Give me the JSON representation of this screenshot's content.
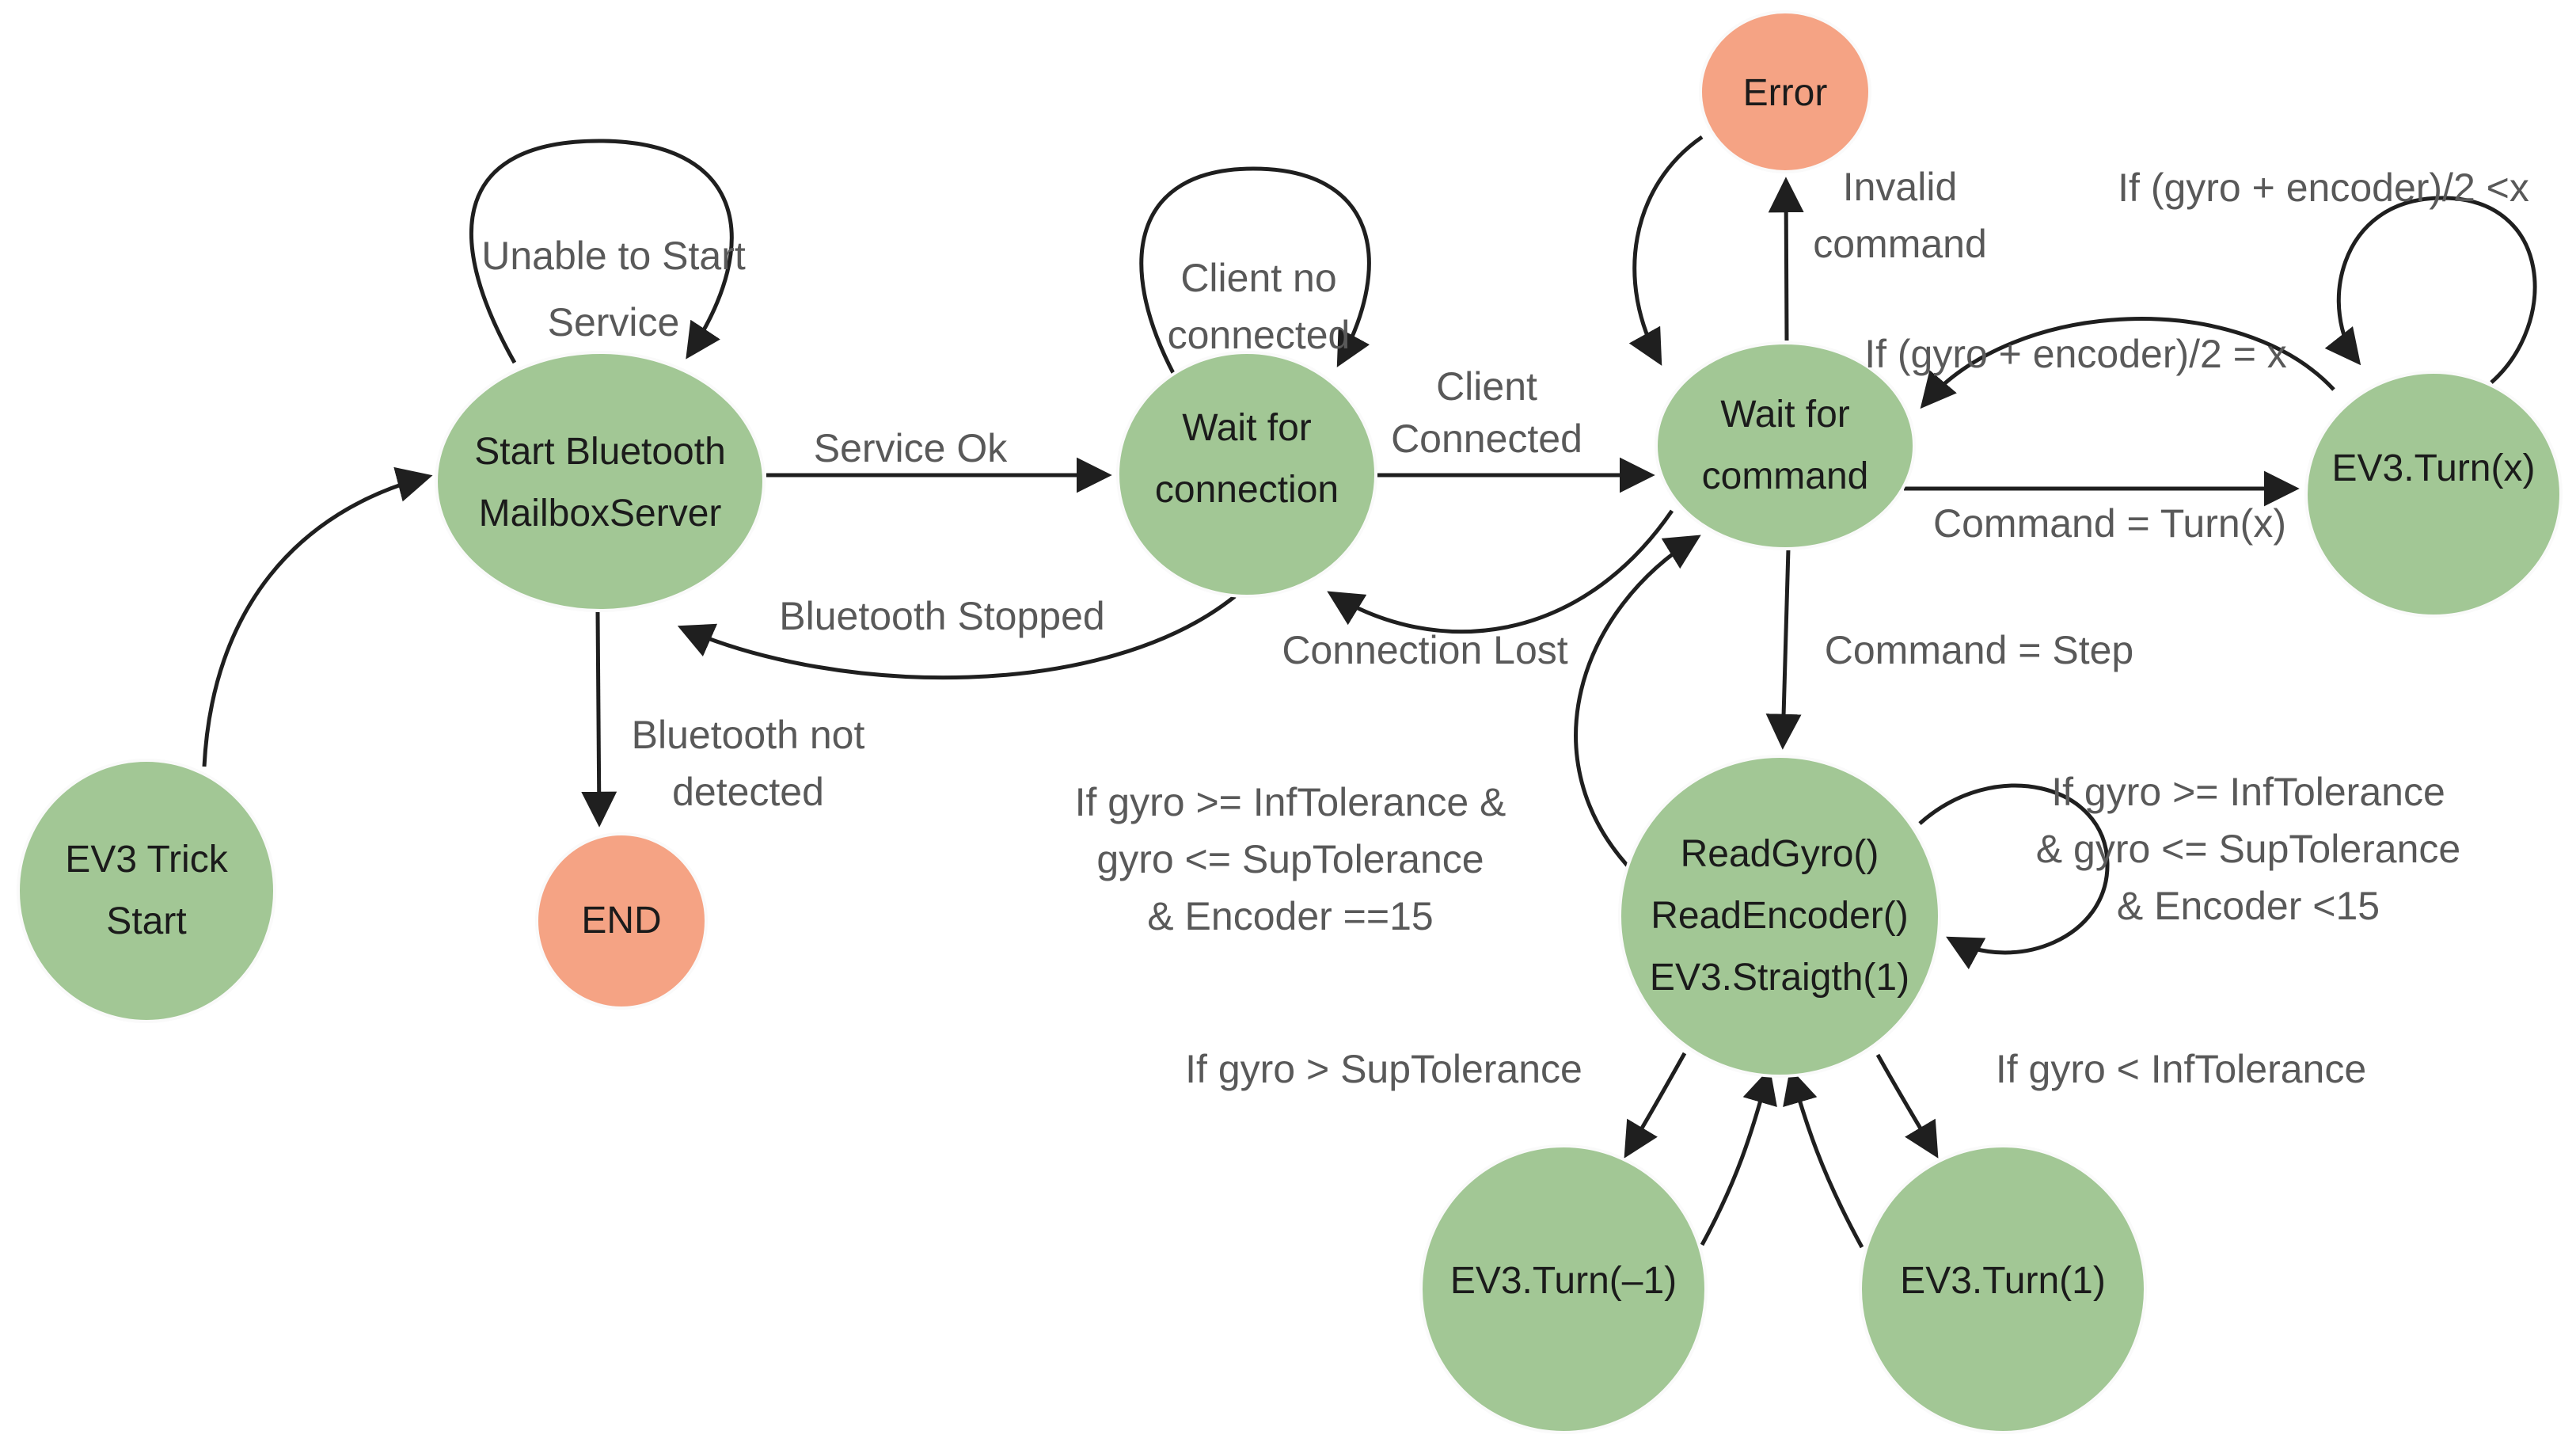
{
  "colors": {
    "state_fill": "#a2c795",
    "terminal_fill": "#f5a384",
    "arrow": "#1f1f1f",
    "edge_label_text": "#595959",
    "node_text": "#1b1b1b"
  },
  "nodes": {
    "ev3_trick_start": {
      "line1": "EV3 Trick",
      "line2": "Start"
    },
    "start_bluetooth": {
      "line1": "Start Bluetooth",
      "line2": "MailboxServer"
    },
    "wait_connection": {
      "line1": "Wait for",
      "line2": "connection"
    },
    "wait_command": {
      "line1": "Wait for",
      "line2": "command"
    },
    "ev3_turn_x": {
      "line1": "EV3.Turn(x)"
    },
    "error": {
      "line1": "Error"
    },
    "end": {
      "line1": "END"
    },
    "read_gyro": {
      "line1": "ReadGyro()",
      "line2": "ReadEncoder()",
      "line3": "EV3.Straigth(1)"
    },
    "ev3_turn_neg1": {
      "line1": "EV3.Turn(–1)"
    },
    "ev3_turn_1": {
      "line1": "EV3.Turn(1)"
    }
  },
  "edge_labels": {
    "unable_to_start": {
      "line1": "Unable to Start",
      "line2": "Service"
    },
    "service_ok": {
      "line1": "Service Ok"
    },
    "client_no_connected": {
      "line1": "Client no",
      "line2": "connected"
    },
    "client_connected": {
      "line1": "Client",
      "line2": "Connected"
    },
    "invalid_command": {
      "line1": "Invalid",
      "line2": "command"
    },
    "gyro_encoder_lt_x": {
      "line1": "If (gyro + encoder)/2 <x"
    },
    "gyro_encoder_eq_x": {
      "line1": "If (gyro + encoder)/2 = x"
    },
    "command_turn_x": {
      "line1": "Command = Turn(x)"
    },
    "command_step": {
      "line1": "Command = Step"
    },
    "bluetooth_stopped": {
      "line1": "Bluetooth Stopped"
    },
    "connection_lost": {
      "line1": "Connection Lost"
    },
    "bluetooth_not_detected": {
      "line1": "Bluetooth not",
      "line2": "detected"
    },
    "tolerance_encoder_eq15": {
      "line1": "If gyro >= InfTolerance &",
      "line2": "gyro <= SupTolerance",
      "line3": "& Encoder ==15"
    },
    "tolerance_encoder_lt15": {
      "line1": "If gyro >= InfTolerance",
      "line2": "&  gyro <= SupTolerance",
      "line3": "& Encoder <15"
    },
    "gyro_gt_sup": {
      "line1": "If gyro > SupTolerance"
    },
    "gyro_lt_inf": {
      "line1": "If gyro < InfTolerance"
    }
  }
}
